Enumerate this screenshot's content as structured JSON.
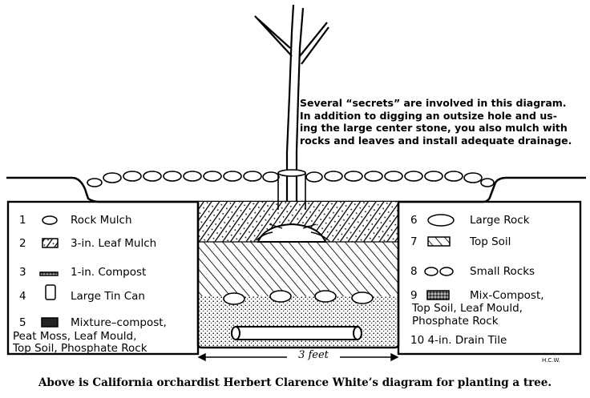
{
  "annotation": [
    "Several “secrets” are involved in this diagram.",
    "In addition to digging an outsize hole and us-",
    "ing the large center stone, you also mulch with",
    "rocks and leaves and install adequate drainage."
  ],
  "legend_left": [
    {
      "num": "1",
      "text": "Rock Mulch",
      "icon": "rock-icon"
    },
    {
      "num": "2",
      "text": "3-in. Leaf Mulch",
      "icon": "leaf-mulch-swatch-icon"
    },
    {
      "num": "3",
      "text": "1-in. Compost",
      "icon": "compost-swatch-icon"
    },
    {
      "num": "4",
      "text": "Large Tin Can",
      "icon": "tin-can-icon"
    },
    {
      "num": "5",
      "text": "Mixture–compost,",
      "icon": "mixture-swatch-icon",
      "extra": [
        "Peat Moss, Leaf Mould,",
        "Top Soil, Phosphate Rock"
      ]
    }
  ],
  "legend_right": [
    {
      "num": "6",
      "text": "Large Rock",
      "icon": "large-rock-icon"
    },
    {
      "num": "7",
      "text": "Top Soil",
      "icon": "top-soil-swatch-icon"
    },
    {
      "num": "8",
      "text": "Small Rocks",
      "icon": "small-rocks-icon"
    },
    {
      "num": "9",
      "text": "Mix-Compost,",
      "icon": "mix-swatch-icon",
      "extra": [
        "Top Soil, Leaf Mould,",
        "Phosphate Rock"
      ]
    },
    {
      "num": "10",
      "text": "4-in. Drain Tile",
      "icon": ""
    }
  ],
  "width_label": "3 feet",
  "initials": "H.C.W.",
  "caption": "Above is California orchardist Herbert Clarence White’s diagram for planting a tree."
}
